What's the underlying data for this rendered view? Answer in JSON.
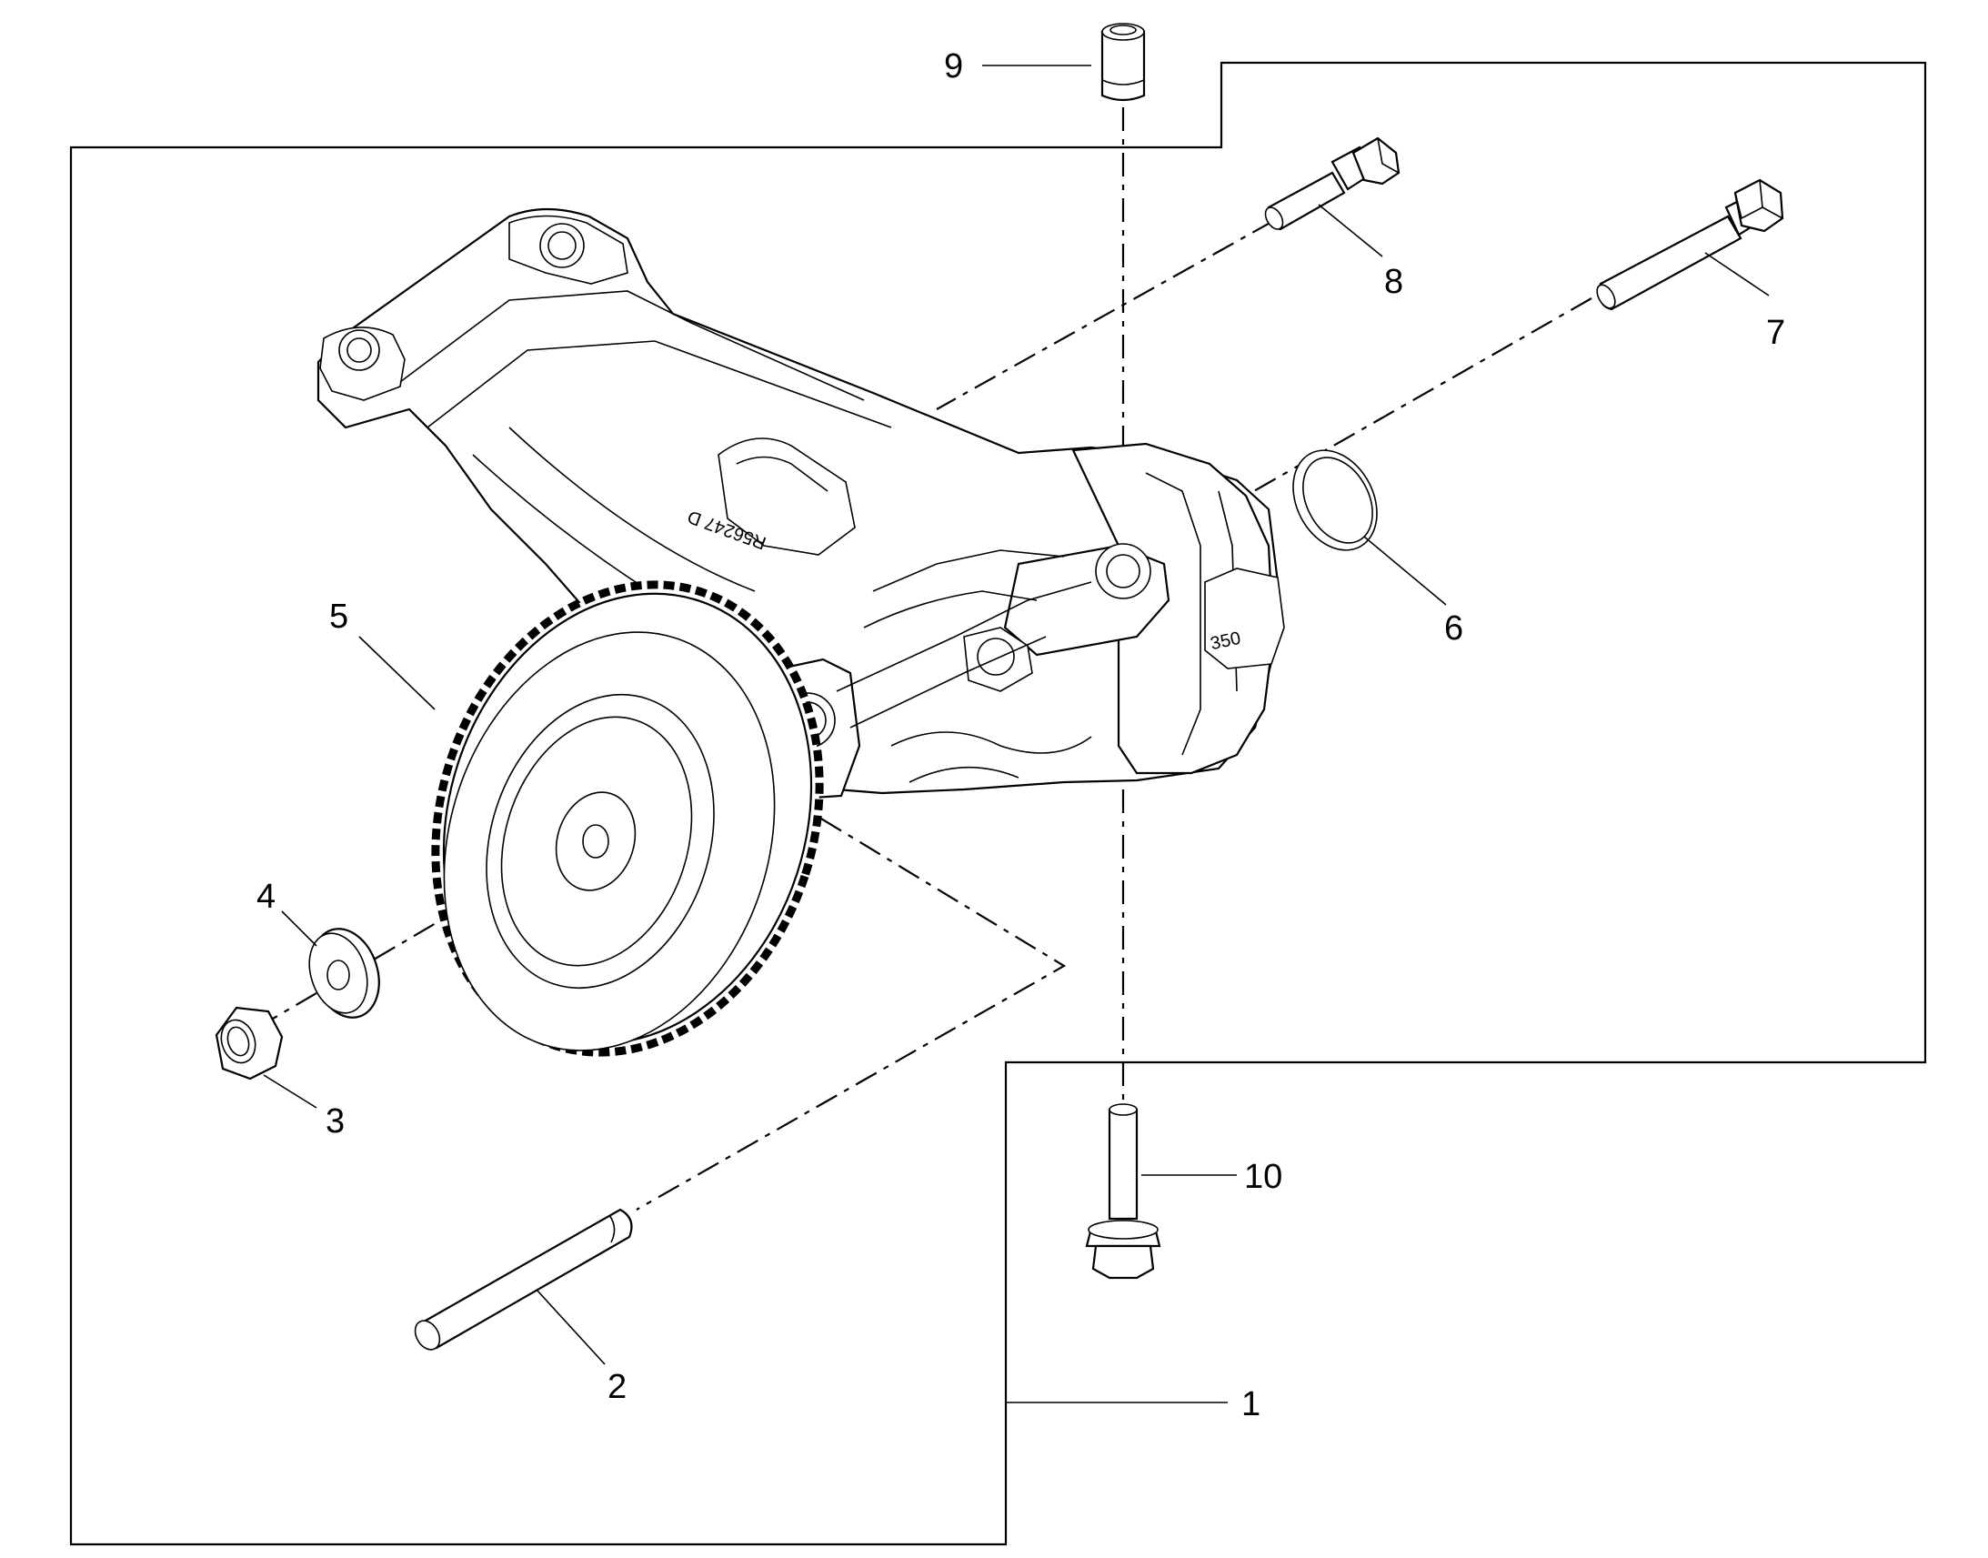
{
  "diagram": {
    "callouts": [
      {
        "id": "1",
        "label": "1"
      },
      {
        "id": "2",
        "label": "2"
      },
      {
        "id": "3",
        "label": "3"
      },
      {
        "id": "4",
        "label": "4"
      },
      {
        "id": "5",
        "label": "5"
      },
      {
        "id": "6",
        "label": "6"
      },
      {
        "id": "7",
        "label": "7"
      },
      {
        "id": "8",
        "label": "8"
      },
      {
        "id": "9",
        "label": "9"
      },
      {
        "id": "10",
        "label": "10"
      }
    ],
    "stamps": {
      "casting_mark": "R56247 D",
      "boss_mark": "350"
    }
  }
}
